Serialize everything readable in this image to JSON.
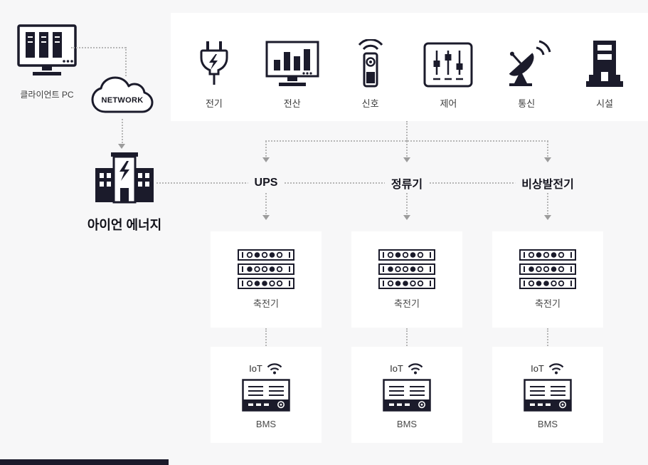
{
  "theme": {
    "background": "#f7f7f8",
    "ink": "#1b1b2b",
    "panel": "#ffffff",
    "line": "#b6b6b6",
    "arrow": "#9c9c9c"
  },
  "client_pc": {
    "label": "클라이언트 PC",
    "icon": "server-monitor-icon"
  },
  "network": {
    "label": "NETWORK",
    "icon": "cloud-icon"
  },
  "energy_center": {
    "label": "아이언 에너지",
    "icon": "power-building-icon"
  },
  "systems": {
    "items": [
      {
        "label": "전기",
        "icon": "plug-icon"
      },
      {
        "label": "전산",
        "icon": "monitor-chart-icon"
      },
      {
        "label": "신호",
        "icon": "signal-beacon-icon"
      },
      {
        "label": "제어",
        "icon": "control-sliders-icon"
      },
      {
        "label": "통신",
        "icon": "satellite-dish-icon"
      },
      {
        "label": "시설",
        "icon": "facility-building-icon"
      }
    ]
  },
  "branches": [
    {
      "source": "UPS",
      "storage": "축전기",
      "iot": "IoT",
      "bms": "BMS"
    },
    {
      "source": "정류기",
      "storage": "축전기",
      "iot": "IoT",
      "bms": "BMS"
    },
    {
      "source": "비상발전기",
      "storage": "축전기",
      "iot": "IoT",
      "bms": "BMS"
    }
  ]
}
